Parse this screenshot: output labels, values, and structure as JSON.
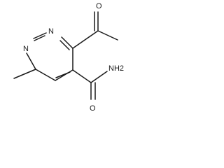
{
  "molecule": {
    "atoms": {
      "n1": "N",
      "n2": "N",
      "acetyl_o": "O",
      "amide_o": "O",
      "amide_nh2": "NH2"
    }
  }
}
